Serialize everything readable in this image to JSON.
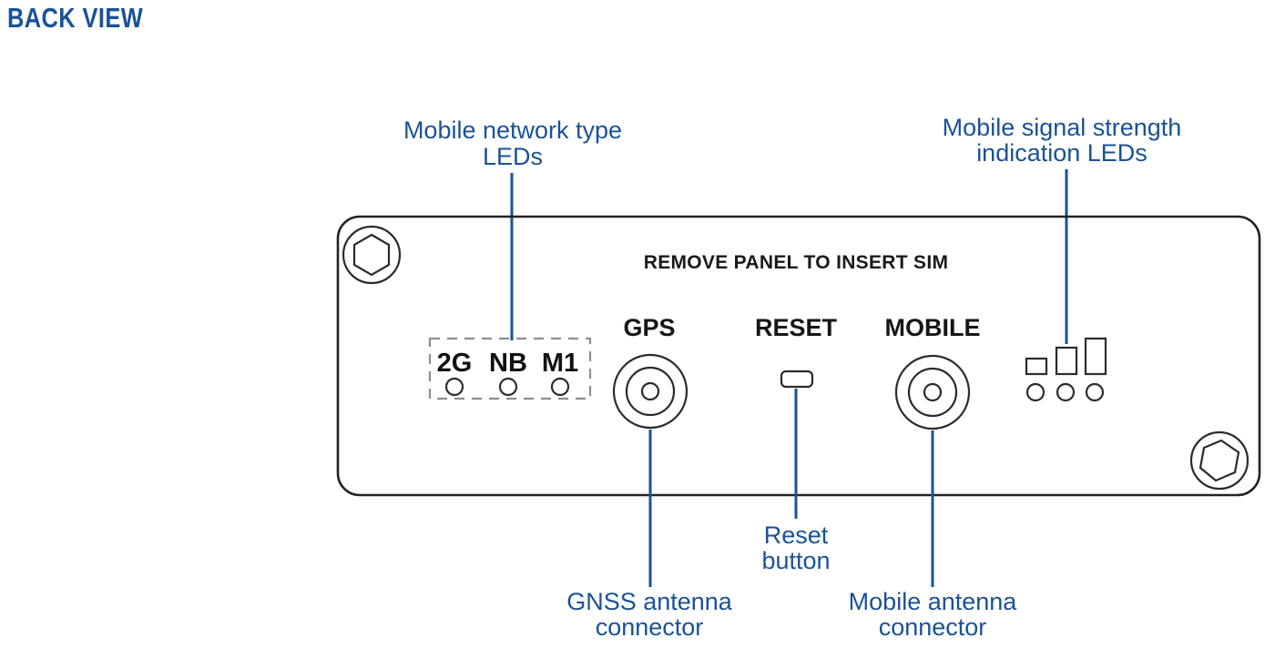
{
  "page": {
    "title": "BACK VIEW",
    "accent_color": "#1a5296",
    "outline_color": "#232323",
    "dash_color": "#8d8d8d",
    "background": "#ffffff"
  },
  "device": {
    "panel_instruction": "REMOVE PANEL TO INSERT SIM",
    "screws": [
      {
        "name": "screw-top-left",
        "type": "hex-socket-screw"
      },
      {
        "name": "screw-bottom-right",
        "type": "hex-socket-screw"
      }
    ],
    "network_type_leds": {
      "labels": [
        "2G",
        "NB",
        "M1"
      ],
      "led_count": 3
    },
    "ports": [
      {
        "label": "GPS",
        "type": "coaxial-antenna-connector"
      },
      {
        "label": "RESET",
        "type": "pinhole-button"
      },
      {
        "label": "MOBILE",
        "type": "coaxial-antenna-connector"
      }
    ],
    "signal_strength": {
      "bar_count": 3,
      "led_count": 3
    }
  },
  "callouts": {
    "network_type": {
      "line1": "Mobile network type",
      "line2": "LEDs"
    },
    "signal_strength": {
      "line1": "Mobile signal strength",
      "line2": "indication LEDs"
    },
    "gnss_connector": {
      "line1": "GNSS  antenna",
      "line2": "connector"
    },
    "reset_button": {
      "line1": "Reset",
      "line2": "button"
    },
    "mobile_connector": {
      "line1": "Mobile antenna",
      "line2": "connector"
    }
  }
}
